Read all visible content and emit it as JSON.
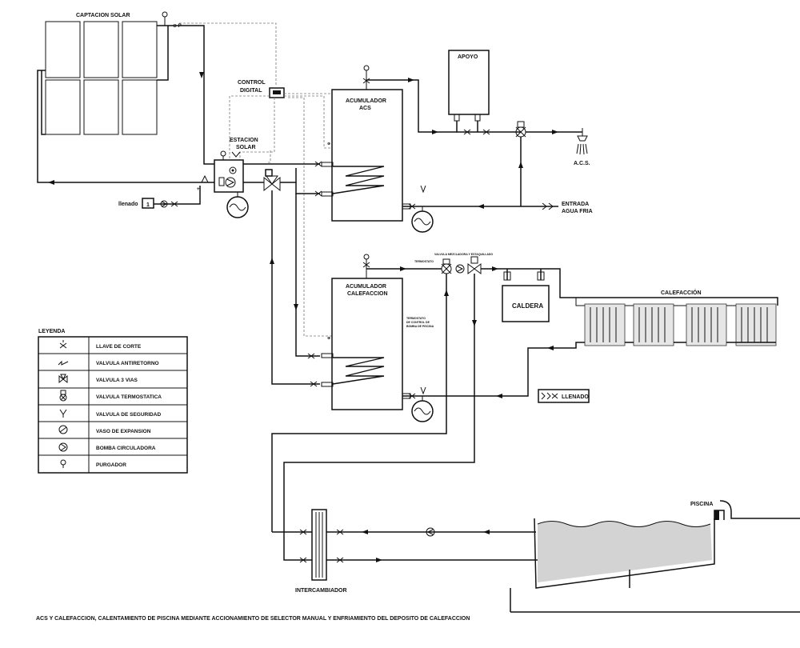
{
  "labels": {
    "captacion": "CAPTACION SOLAR",
    "control_1": "CONTROL",
    "control_2": "DIGITAL",
    "estacion_1": "ESTACION",
    "estacion_2": "SOLAR",
    "llenado_left": "llenado",
    "acum_acs_1": "ACUMULADOR",
    "acum_acs_2": "ACS",
    "apoyo": "APOYO",
    "acs": "A.C.S.",
    "entrada_1": "ENTRADA",
    "entrada_2": "AGUA FRIA",
    "acum_cal_1": "ACUMULADOR",
    "acum_cal_2": "CALEFACCION",
    "caldera": "CALDERA",
    "calefaccion": "CALEFACCIÓN",
    "llenado_right": "LLENADO",
    "piscina": "PISCINA",
    "intercambiador": "INTERCAMBIADOR",
    "small_valvula_mezcladora": "VALVULA MEZCLADORA Y ESTAQUILLADO",
    "small_termostato": "TERMOSTATO",
    "small_termostato_piscina_1": "TERMOSTATO",
    "small_termostato_piscina_2": "DE CONTROL DE",
    "small_termostato_piscina_3": "BOMBA DE PISCINA",
    "footer": "ACS Y CALEFACCION, CALENTAMIENTO  DE PISCINA MEDIANTE ACCIONAMIENTO DE SELECTOR MANUAL Y ENFRIAMIENTO DEL DEPOSITO DE CALEFACCION"
  },
  "legend": {
    "title": "LEYENDA",
    "items": [
      {
        "icon": "llave-de-corte-icon",
        "label": "LLAVE DE CORTE"
      },
      {
        "icon": "valvula-antiretorno-icon",
        "label": "VALVULA ANTIRETORNO"
      },
      {
        "icon": "valvula-3-vias-icon",
        "label": "VALVULA 3 VIAS"
      },
      {
        "icon": "valvula-termostatica-icon",
        "label": "VALVULA TERMOSTATICA"
      },
      {
        "icon": "valvula-de-seguridad-icon",
        "label": "VALVULA DE SEGURIDAD"
      },
      {
        "icon": "vaso-de-expansion-icon",
        "label": "VASO DE EXPANSION"
      },
      {
        "icon": "bomba-circuladora-icon",
        "label": "BOMBA CIRCULADORA"
      },
      {
        "icon": "purgador-icon",
        "label": "PURGADOR"
      }
    ]
  },
  "colors": {
    "line": "#111111",
    "control_wire": "#777777",
    "pool_water": "#d3d3d3",
    "radiator": "#e6e6e6"
  }
}
